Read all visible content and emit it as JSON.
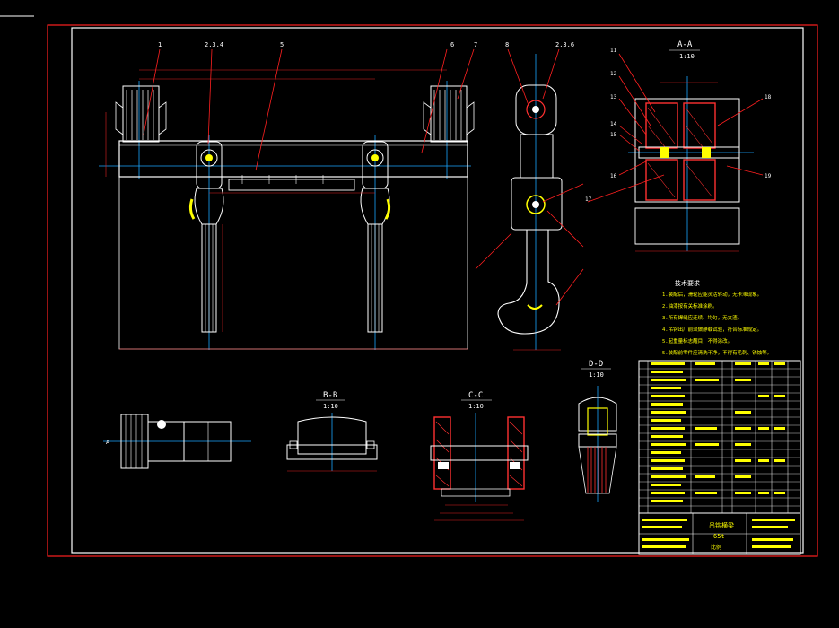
{
  "colors": {
    "background": "#000000",
    "frame": "#ff2020",
    "outline": "#ffffff",
    "centerline": "#1aa7ff",
    "dimension": "#e02020",
    "hatch": "#ff3030",
    "highlight": "#ffff00",
    "table_text": "#ffff00"
  },
  "sheet": {
    "title_cn": "吊钩横梁",
    "drawing_no": "65t"
  },
  "views": {
    "front": {
      "balloons": [
        "1",
        "2.3.4",
        "5",
        "6",
        "7"
      ]
    },
    "side": {
      "balloons": [
        "8",
        "2.3.6"
      ]
    },
    "section_aa": {
      "title": "A-A",
      "scale": "1:10"
    },
    "section_bb": {
      "title": "B-B",
      "scale": "1:10"
    },
    "section_cc": {
      "title": "C-C",
      "scale": "1:10"
    },
    "section_dd": {
      "title": "D-D",
      "scale": "1:10"
    },
    "aa_balloons": [
      "11",
      "12",
      "13",
      "14",
      "15",
      "16",
      "17",
      "18",
      "19"
    ]
  },
  "notes": {
    "heading": "技术要求",
    "items": [
      "1.装配后，滑轮应能灵活转动，无卡滞现象。",
      "2.油漆按有关标准涂刷。",
      "3.所有焊缝应连续、均匀，无夹渣。",
      "4.吊钩出厂前须做静载试验，符合标准规定。",
      "5.起重量标志醒目，不得涂改。",
      "5.装配前零件应清洗干净，不得有毛刺、锈蚀等。"
    ]
  },
  "title_block": {
    "name": "吊钩横梁",
    "code": "65t",
    "scale_label": "比例"
  }
}
